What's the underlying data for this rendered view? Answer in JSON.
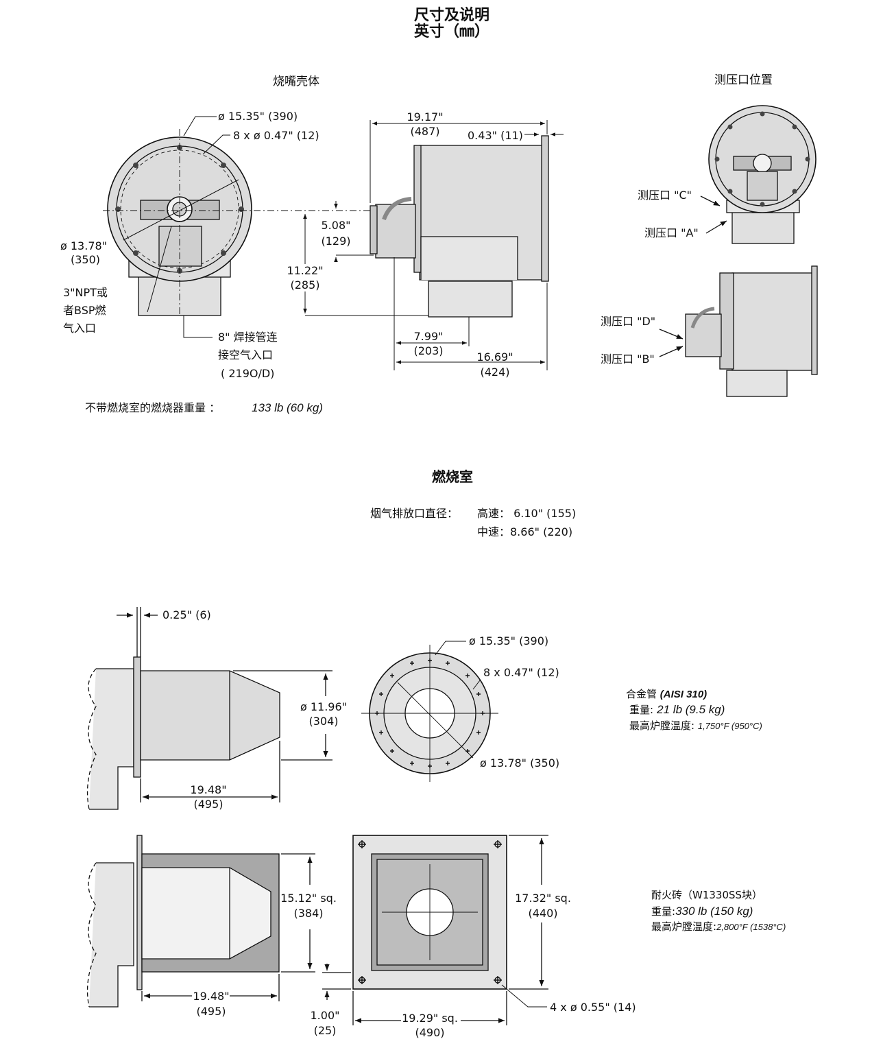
{
  "header": {
    "title_line1": "尺寸及说明",
    "title_line2": "英寸（㎜）"
  },
  "burner_housing": {
    "heading": "烧嘴壳体",
    "dim_dia_outer": "ø 15.35\" (390)",
    "dim_bolt_holes": "8 x ø 0.47\" (12)",
    "dim_dia_inner": "ø 13.78\"",
    "dim_dia_inner_mm": "(350)",
    "gas_inlet_1": "3\"NPT或",
    "gas_inlet_2": "者BSP燃",
    "gas_inlet_3": "气入口",
    "air_inlet_1": "8\" 焊接管连",
    "air_inlet_2": "接空气入口",
    "air_inlet_3": "( 219O/D)",
    "dim_length_in": "19.17\"",
    "dim_length_mm": "(487)",
    "dim_flange": "0.43\" (11)",
    "dim_508_in": "5.08\"",
    "dim_508_mm": "(129)",
    "dim_1122_in": "11.22\"",
    "dim_1122_mm": "(285)",
    "dim_799_in": "7.99\"",
    "dim_799_mm": "(203)",
    "dim_1669_in": "16.69\"",
    "dim_1669_mm": "(424)",
    "weight_label": "不带燃烧室的燃烧器重量 ：",
    "weight_value": "133 lb (60 kg)"
  },
  "pressure_taps": {
    "heading": "测压口位置",
    "tap_c": "测压口 \"C\"",
    "tap_a": "测压口 \"A\"",
    "tap_d": "测压口 \"D\"",
    "tap_b": "测压口 \"B\""
  },
  "combustion_chamber": {
    "heading": "燃烧室",
    "exit_label": "烟气排放口直径：",
    "high_speed": "高速： 6.10\" (155)",
    "medium_speed": "中速：8.66\" (220)",
    "alloy": {
      "dim_flange": "0.25\" (6)",
      "dim_dia_outer": "ø 15.35\" (390)",
      "dim_bolt_holes": "8 x 0.47\" (12)",
      "dim_dia_tube_in": "ø 11.96\"",
      "dim_dia_tube_mm": "(304)",
      "dim_dia_inner": "ø 13.78\" (350)",
      "dim_len_in": "19.48\"",
      "dim_len_mm": "(495)",
      "name": "合金管",
      "name_spec": "(AISI 310)",
      "weight_label": "重量:",
      "weight_value": "21 lb (9.5 kg)",
      "temp_label": "最高炉膛温度:",
      "temp_value": "1,750°F (950°C)"
    },
    "refractory": {
      "dim_sq_in": "15.12\" sq.",
      "dim_sq_mm": "(384)",
      "dim_plate_in": "17.32\" sq.",
      "dim_plate_mm": "(440)",
      "dim_len_in": "19.48\"",
      "dim_len_mm": "(495)",
      "dim_offset_in": "1.00\"",
      "dim_offset_mm": "(25)",
      "dim_plate_w_in": "19.29\" sq.",
      "dim_plate_w_mm": "(490)",
      "dim_holes": "4 x ø 0.55\" (14)",
      "name": "耐火砖（W1330SS块）",
      "weight_label": "重量:",
      "weight_value": "330 lb (150 kg)",
      "temp_label": "最高炉膛温度:",
      "temp_value": "2,800°F (1538°C)"
    }
  }
}
